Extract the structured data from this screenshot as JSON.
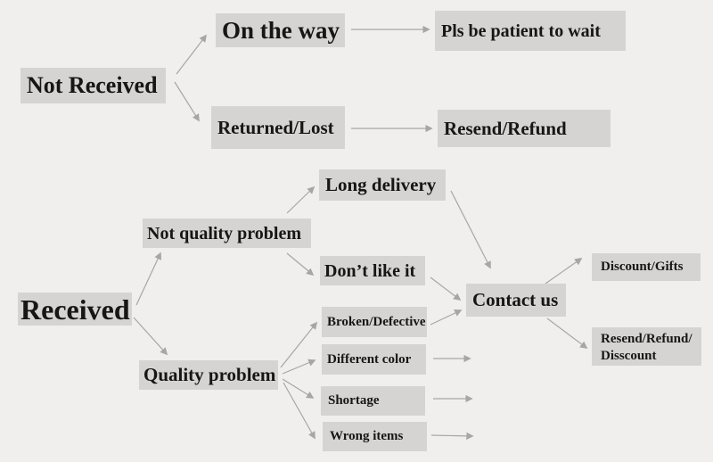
{
  "colors": {
    "background": "#f0efed",
    "node_fill": "#d5d4d2",
    "text_color": "#161616",
    "arrow_color": "#a6a6a6"
  },
  "nodes": {
    "not_received": {
      "label": "Not Received"
    },
    "on_the_way": {
      "label": "On the way"
    },
    "pls_be_patient": {
      "label": "Pls be patient to wait"
    },
    "returned_lost": {
      "label": "Returned/Lost"
    },
    "resend_refund": {
      "label": "Resend/Refund"
    },
    "received": {
      "label": "Received"
    },
    "not_quality_problem": {
      "label": "Not quality problem"
    },
    "long_delivery": {
      "label": "Long delivery"
    },
    "dont_like_it": {
      "label": "Don’t like it"
    },
    "quality_problem": {
      "label": "Quality problem"
    },
    "broken_defective": {
      "label": "Broken/Defective"
    },
    "different_color": {
      "label": "Different color"
    },
    "shortage": {
      "label": "Shortage"
    },
    "wrong_items": {
      "label": "Wrong items"
    },
    "contact_us": {
      "label": "Contact us"
    },
    "discount_gifts": {
      "label": "Discount/Gifts"
    },
    "resend_refund_disscount": {
      "line1": "Resend/Refund/",
      "line2": "Disscount"
    }
  },
  "edges": [
    {
      "from": "not_received",
      "to": "on_the_way"
    },
    {
      "from": "not_received",
      "to": "returned_lost"
    },
    {
      "from": "on_the_way",
      "to": "pls_be_patient"
    },
    {
      "from": "returned_lost",
      "to": "resend_refund"
    },
    {
      "from": "received",
      "to": "not_quality_problem"
    },
    {
      "from": "received",
      "to": "quality_problem"
    },
    {
      "from": "not_quality_problem",
      "to": "long_delivery"
    },
    {
      "from": "not_quality_problem",
      "to": "dont_like_it"
    },
    {
      "from": "long_delivery",
      "to": "contact_us"
    },
    {
      "from": "dont_like_it",
      "to": "contact_us"
    },
    {
      "from": "quality_problem",
      "to": "broken_defective"
    },
    {
      "from": "quality_problem",
      "to": "different_color"
    },
    {
      "from": "quality_problem",
      "to": "shortage"
    },
    {
      "from": "quality_problem",
      "to": "wrong_items"
    },
    {
      "from": "broken_defective",
      "to": "contact_us"
    },
    {
      "from": "different_color",
      "to": "contact_us_direction"
    },
    {
      "from": "shortage",
      "to": "contact_us_direction"
    },
    {
      "from": "wrong_items",
      "to": "contact_us_direction"
    },
    {
      "from": "contact_us",
      "to": "discount_gifts"
    },
    {
      "from": "contact_us",
      "to": "resend_refund_disscount"
    }
  ]
}
